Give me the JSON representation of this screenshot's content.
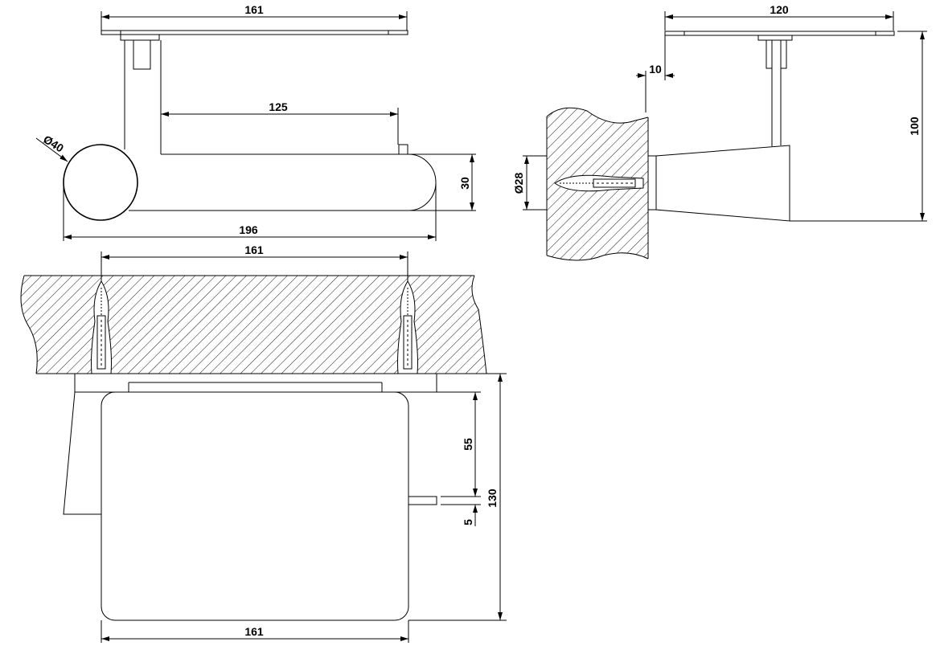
{
  "top_view": {
    "plate_width": "161",
    "arm_length": "125",
    "roll_diameter": "Ø40",
    "arm_height": "30",
    "overall_length": "196"
  },
  "side_view": {
    "plate_depth": "120",
    "offset": "10",
    "base_diameter": "Ø28",
    "overall_depth": "100"
  },
  "front_view": {
    "screw_spacing": "161",
    "cover_offset": "55",
    "rod_thickness": "5",
    "overall_height": "130",
    "cover_width": "161"
  },
  "colors": {
    "line": "#000000",
    "background": "#ffffff"
  }
}
